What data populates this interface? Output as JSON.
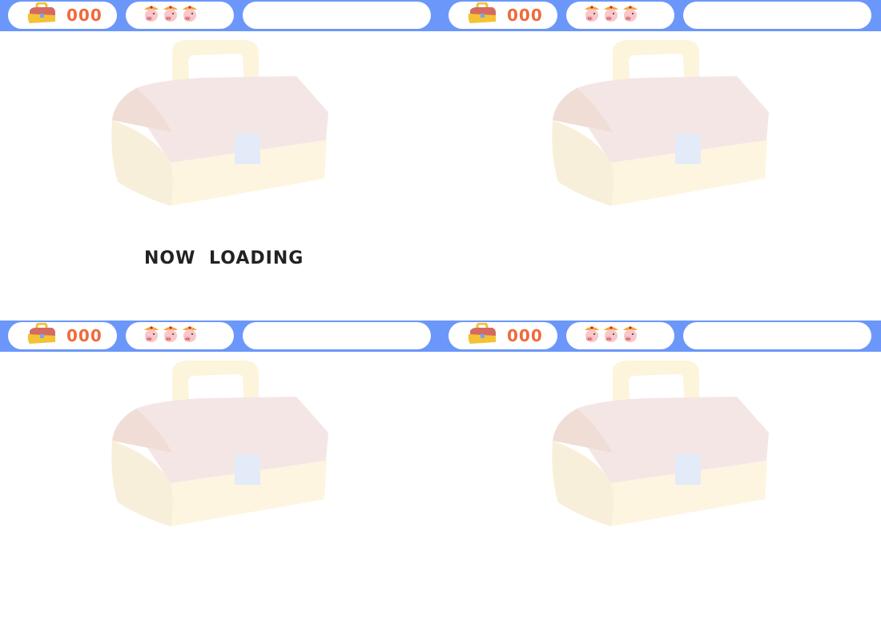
{
  "hud": {
    "coin_count": "000",
    "lives": 3
  },
  "loading_text": "NOW LOADING",
  "colors": {
    "bar": "#6b97fa",
    "coin_text": "#ef6a3a"
  },
  "tiles": 4
}
